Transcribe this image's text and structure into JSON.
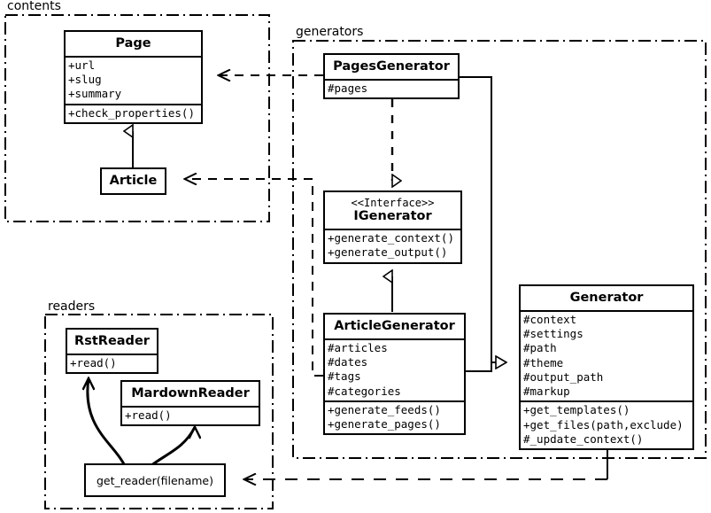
{
  "diagram": {
    "kind": "uml-class-diagram",
    "packages": [
      {
        "id": "contents",
        "label": "contents"
      },
      {
        "id": "generators",
        "label": "generators"
      },
      {
        "id": "readers",
        "label": "readers"
      }
    ],
    "classes": [
      {
        "id": "page",
        "name": "Page",
        "stereotype": "",
        "attributes": [
          "+url",
          "+slug",
          "+summary"
        ],
        "operations": [
          "+check_properties()"
        ]
      },
      {
        "id": "article",
        "name": "Article",
        "stereotype": "",
        "attributes": [],
        "operations": []
      },
      {
        "id": "pagesgenerator",
        "name": "PagesGenerator",
        "stereotype": "",
        "attributes": [
          "#pages"
        ],
        "operations": []
      },
      {
        "id": "igenerator",
        "name": "IGenerator",
        "stereotype": "<<Interface>>",
        "attributes": [],
        "operations": [
          "+generate_context()",
          "+generate_output()"
        ]
      },
      {
        "id": "articlegenerator",
        "name": "ArticleGenerator",
        "stereotype": "",
        "attributes": [
          "#articles",
          "#dates",
          "#tags",
          "#categories"
        ],
        "operations": [
          "+generate_feeds()",
          "+generate_pages()"
        ]
      },
      {
        "id": "generator",
        "name": "Generator",
        "stereotype": "",
        "attributes": [
          "#context",
          "#settings",
          "#path",
          "#theme",
          "#output_path",
          "#markup"
        ],
        "operations": [
          "+get_templates()",
          "+get_files(path,exclude)",
          "#_update_context()"
        ]
      },
      {
        "id": "rstreader",
        "name": "RstReader",
        "stereotype": "",
        "attributes": [],
        "operations": [
          "+read()"
        ]
      },
      {
        "id": "mardownreader",
        "name": "MardownReader",
        "stereotype": "",
        "attributes": [],
        "operations": [
          "+read()"
        ]
      }
    ],
    "functions": [
      {
        "id": "get_reader",
        "label": "get_reader(filename)"
      }
    ],
    "relationships": [
      {
        "type": "generalization",
        "from": "article",
        "to": "page",
        "style": "solid"
      },
      {
        "type": "realization",
        "from": "pagesgenerator",
        "to": "igenerator",
        "style": "dashed"
      },
      {
        "type": "realization",
        "from": "articlegenerator",
        "to": "igenerator",
        "style": "solid"
      },
      {
        "type": "generalization",
        "from": "pagesgenerator",
        "to": "generator",
        "style": "solid"
      },
      {
        "type": "generalization",
        "from": "articlegenerator",
        "to": "generator",
        "style": "solid"
      },
      {
        "type": "dependency",
        "from": "pagesgenerator",
        "to": "page",
        "style": "dashed"
      },
      {
        "type": "dependency",
        "from": "articlegenerator",
        "to": "article",
        "style": "dashed"
      },
      {
        "type": "dependency",
        "from": "generator",
        "to": "get_reader",
        "style": "dashed"
      },
      {
        "type": "uses",
        "from": "get_reader",
        "to": "rstreader",
        "style": "curved"
      },
      {
        "type": "uses",
        "from": "get_reader",
        "to": "mardownreader",
        "style": "curved"
      }
    ],
    "colors": {
      "stroke": "#000000",
      "fill": "#ffffff"
    }
  }
}
